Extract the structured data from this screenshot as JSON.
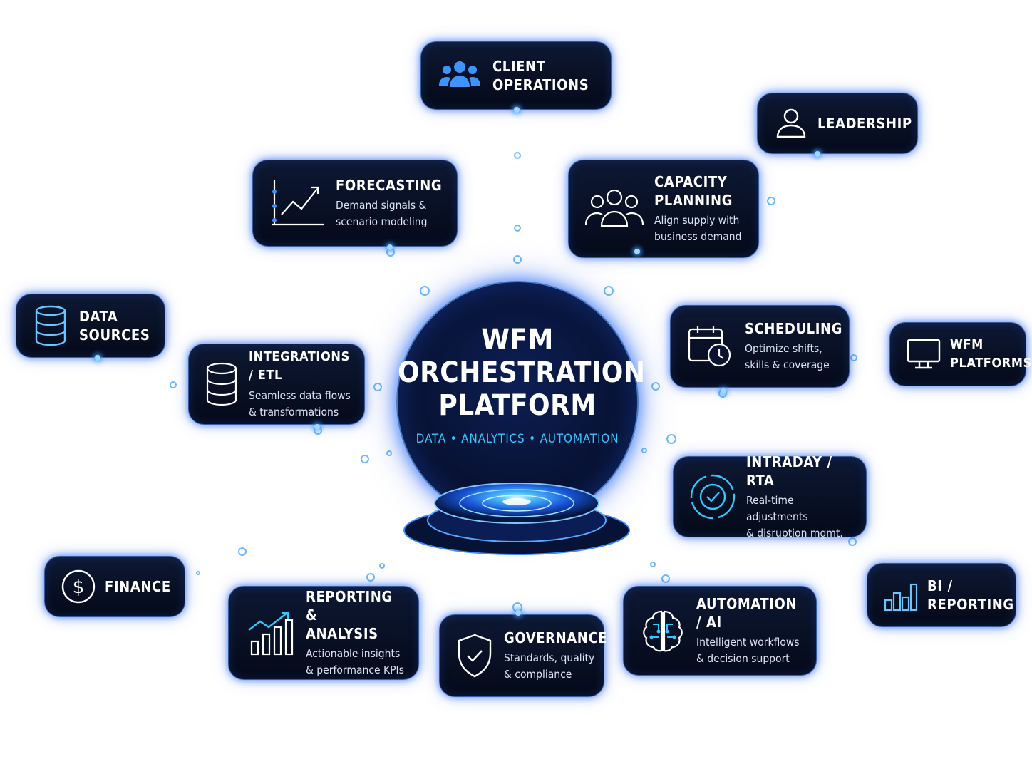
{
  "hub": {
    "title": "WFM\nORCHESTRATION\nPLATFORM",
    "tagline": "DATA • ANALYTICS • AUTOMATION"
  },
  "nodes": {
    "client_operations": {
      "title": "CLIENT\nOPERATIONS",
      "icon": "group-icon"
    },
    "leadership": {
      "title": "LEADERSHIP",
      "icon": "person-icon"
    },
    "forecasting": {
      "title": "FORECASTING",
      "description": "Demand signals &\nscenario modeling",
      "icon": "line-chart-icon"
    },
    "capacity_planning": {
      "title": "CAPACITY\nPLANNING",
      "description": "Align supply with\nbusiness demand",
      "icon": "people-icon"
    },
    "data_sources": {
      "title": "DATA\nSOURCES",
      "icon": "database-icon"
    },
    "integrations_etl": {
      "title": "INTEGRATIONS / ETL",
      "description": "Seamless data flows\n& transformations",
      "icon": "database-icon"
    },
    "scheduling": {
      "title": "SCHEDULING",
      "description": "Optimize shifts,\nskills & coverage",
      "icon": "calendar-clock-icon"
    },
    "wfm_platforms": {
      "title": "WFM\nPLATFORMS",
      "icon": "monitor-icon"
    },
    "intraday_rta": {
      "title": "INTRADAY / RTA",
      "description": "Real-time adjustments\n& disruption mgmt.",
      "icon": "target-check-icon"
    },
    "finance": {
      "title": "FINANCE",
      "icon": "dollar-icon"
    },
    "reporting_analysis": {
      "title": "REPORTING &\nANALYSIS",
      "description": "Actionable insights\n& performance KPIs",
      "icon": "bar-trend-icon"
    },
    "governance": {
      "title": "GOVERNANCE",
      "description": "Standards, quality\n& compliance",
      "icon": "shield-check-icon"
    },
    "automation_ai": {
      "title": "AUTOMATION / AI",
      "description": "Intelligent workflows\n& decision support",
      "icon": "brain-circuit-icon"
    },
    "bi_reporting": {
      "title": "BI /\nREPORTING",
      "icon": "bar-chart-icon"
    }
  },
  "colors": {
    "card_bg": "#070d22",
    "glow": "#2f7bff",
    "accent_cyan": "#2fc8ff",
    "icon_blue": "#3f93ff",
    "text": "#ffffff"
  }
}
